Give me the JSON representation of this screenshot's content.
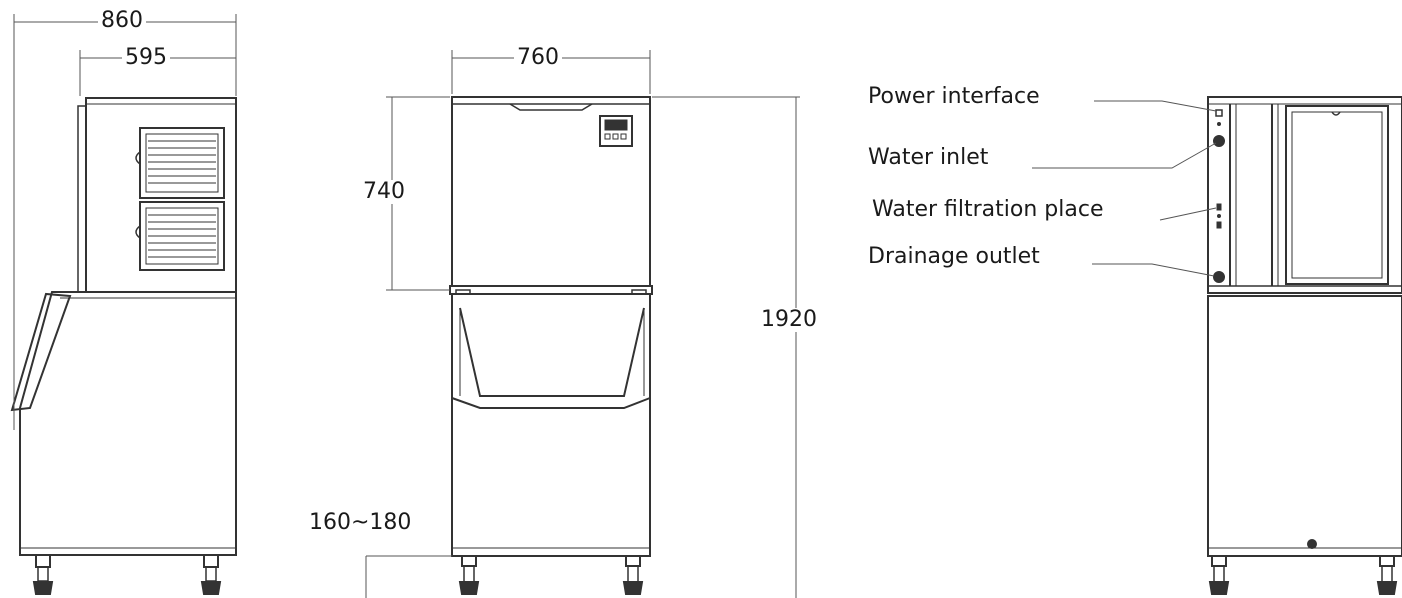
{
  "dimensions": {
    "total_depth": "860",
    "head_depth": "595",
    "front_width": "760",
    "head_height": "740",
    "total_height": "1920",
    "leg_height": "160~180"
  },
  "callouts": [
    {
      "label": "Power interface"
    },
    {
      "label": "Water inlet"
    },
    {
      "label": "Water filtration place"
    },
    {
      "label": "Drainage outlet"
    }
  ],
  "colors": {
    "line": "#333333",
    "dim_line": "#555555",
    "fill": "#ffffff",
    "panel": "#f4f4f4"
  }
}
